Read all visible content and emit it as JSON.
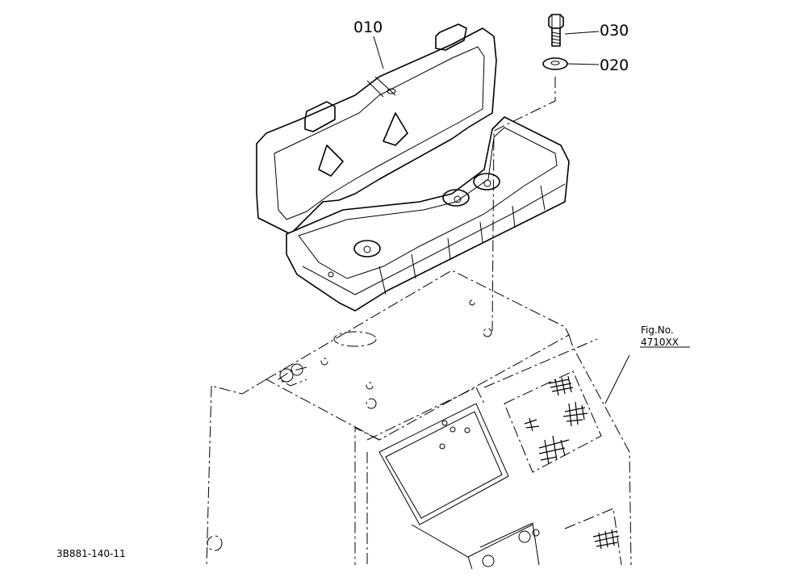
{
  "callouts": {
    "part_010": "010",
    "part_020": "020",
    "part_030": "030",
    "fig_ref_line1": "Fig.No.",
    "fig_ref_line2": "4710XX"
  },
  "footer": {
    "drawing_code": "3B881-140-11"
  }
}
